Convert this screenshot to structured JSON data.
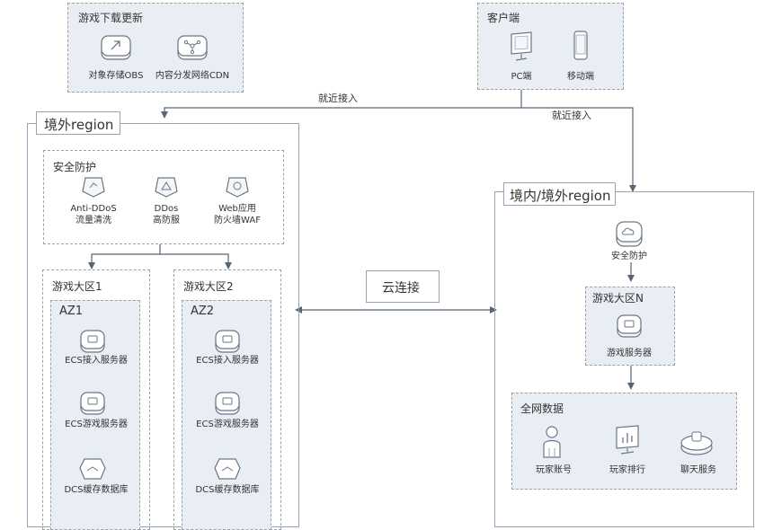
{
  "game_download": {
    "title": "游戏下载更新",
    "obs_label": "对象存储OBS",
    "cdn_label": "内容分发网络CDN"
  },
  "client": {
    "title": "客户端",
    "pc_label": "PC端",
    "mobile_label": "移动端"
  },
  "connections": {
    "nearby_access_1": "就近接入",
    "nearby_access_2": "就近接入",
    "cloud_connect": "云连接"
  },
  "overseas_region": {
    "title": "境外region",
    "security": {
      "title": "安全防护",
      "anti_ddos_line1": "Anti-DDoS",
      "anti_ddos_line2": "流量清洗",
      "ddos_line1": "DDos",
      "ddos_line2": "高防服",
      "waf_line1": "Web应用",
      "waf_line2": "防火墙WAF"
    },
    "zone1": {
      "title": "游戏大区1",
      "az": "AZ1",
      "ecs_access": "ECS接入服务器",
      "ecs_game": "ECS游戏服务器",
      "dcs": "DCS缓存数据库"
    },
    "zone2": {
      "title": "游戏大区2",
      "az": "AZ2",
      "ecs_access": "ECS接入服务器",
      "ecs_game": "ECS游戏服务器",
      "dcs": "DCS缓存数据库"
    }
  },
  "domestic_region": {
    "title": "境内/境外region",
    "security_label": "安全防护",
    "zone_n": {
      "title": "游戏大区N",
      "game_server": "游戏服务器"
    },
    "global_data": {
      "title": "全网数据",
      "player_account": "玩家账号",
      "player_ranking": "玩家排行",
      "chat_service": "聊天服务"
    }
  }
}
